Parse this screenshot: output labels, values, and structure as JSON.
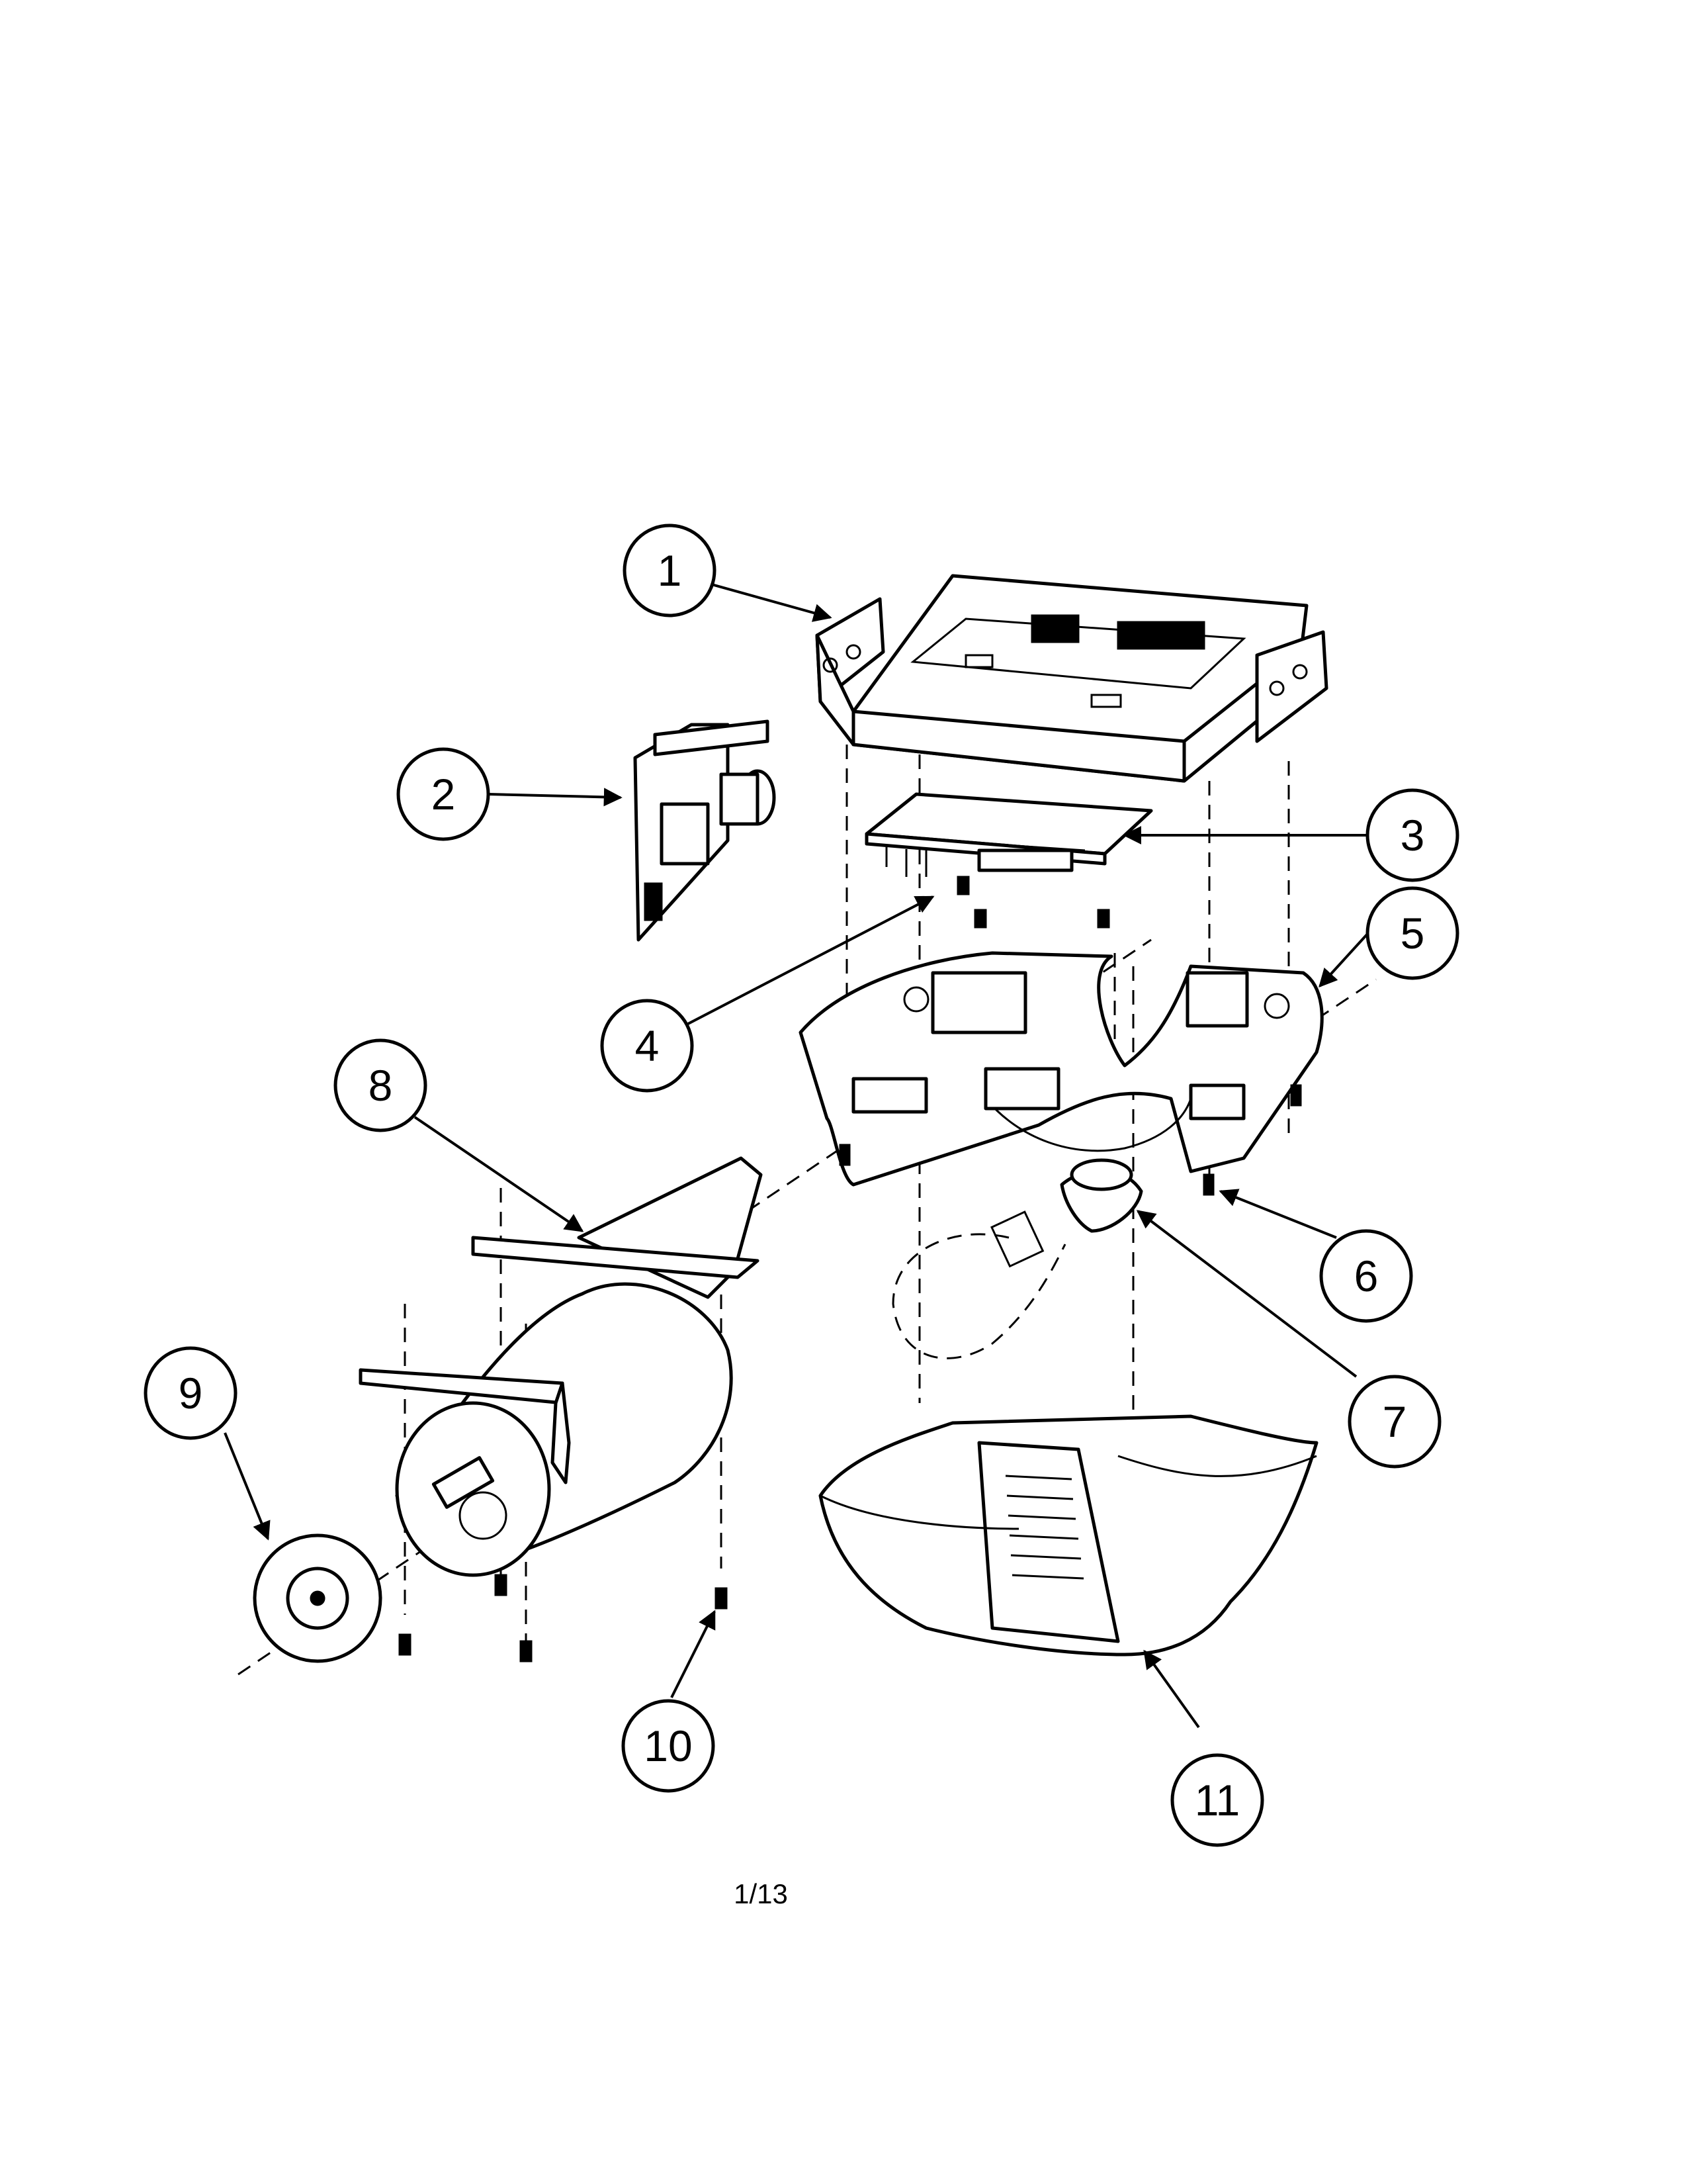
{
  "diagram": {
    "callouts": [
      {
        "id": "1",
        "label": "1"
      },
      {
        "id": "2",
        "label": "2"
      },
      {
        "id": "3",
        "label": "3"
      },
      {
        "id": "4",
        "label": "4"
      },
      {
        "id": "5",
        "label": "5"
      },
      {
        "id": "6",
        "label": "6"
      },
      {
        "id": "7",
        "label": "7"
      },
      {
        "id": "8",
        "label": "8"
      },
      {
        "id": "9",
        "label": "9"
      },
      {
        "id": "10",
        "label": "10"
      },
      {
        "id": "11",
        "label": "11"
      }
    ]
  },
  "footer": {
    "page_number": "1/13"
  }
}
